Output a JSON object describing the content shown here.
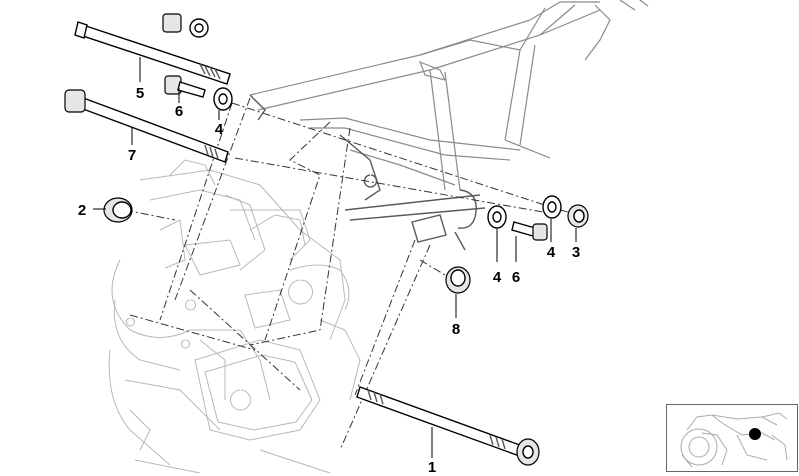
{
  "diagram": {
    "part_labels": [
      {
        "id": "p1",
        "text": "1"
      },
      {
        "id": "p2",
        "text": "2"
      },
      {
        "id": "p3",
        "text": "3"
      },
      {
        "id": "p4a",
        "text": "4"
      },
      {
        "id": "p4b",
        "text": "4"
      },
      {
        "id": "p4c",
        "text": "4"
      },
      {
        "id": "p5",
        "text": "5"
      },
      {
        "id": "p6a",
        "text": "6"
      },
      {
        "id": "p6b",
        "text": "6"
      },
      {
        "id": "p7",
        "text": "7"
      },
      {
        "id": "p8",
        "text": "8"
      }
    ]
  }
}
